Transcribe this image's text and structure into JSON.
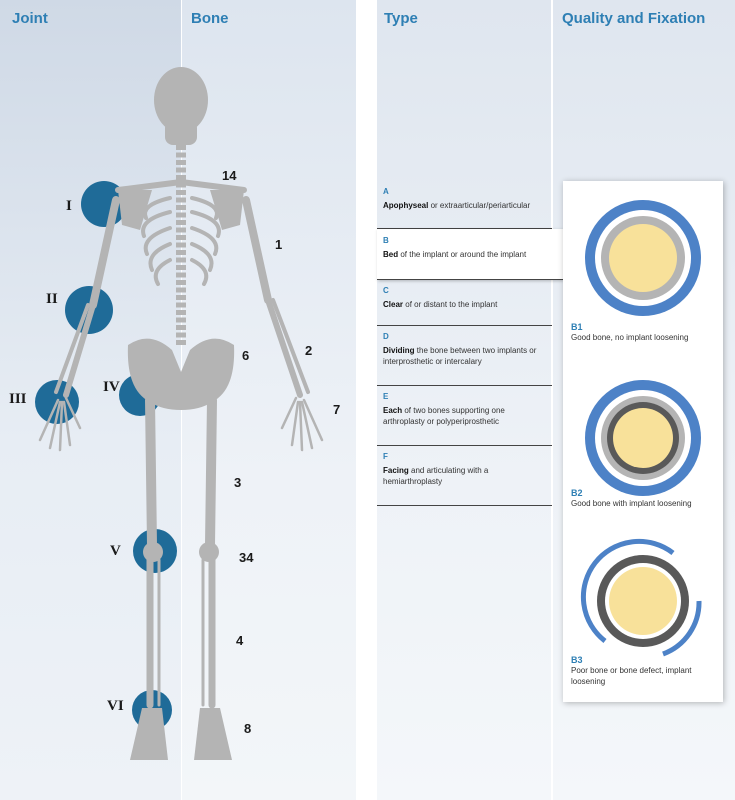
{
  "headers": {
    "joint": "Joint",
    "bone": "Bone",
    "type": "Type",
    "quality": "Quality and Fixation"
  },
  "joints": [
    "I",
    "II",
    "III",
    "IV",
    "V",
    "VI"
  ],
  "bones": [
    "14",
    "1",
    "2",
    "7",
    "6",
    "3",
    "34",
    "4",
    "8"
  ],
  "types": [
    {
      "letter": "A",
      "keyword": "Apophyseal",
      "text": " or extraarticular/periarticular"
    },
    {
      "letter": "B",
      "keyword": "Bed",
      "text": " of the implant or around the implant"
    },
    {
      "letter": "C",
      "keyword": "Clear",
      "text": " of or distant to the implant"
    },
    {
      "letter": "D",
      "keyword": "Dividing",
      "text": " the bone between two implants or interprosthetic or intercalary"
    },
    {
      "letter": "E",
      "keyword": "Each",
      "text": " of two bones supporting one arthroplasty or polyperiprosthetic"
    },
    {
      "letter": "F",
      "keyword": "Facing",
      "text": " and articulating with a hemiarthroplasty"
    }
  ],
  "qualities": [
    {
      "code": "B1",
      "text": "Good bone, no implant loosening"
    },
    {
      "code": "B2",
      "text": "Good bone with implant loosening"
    },
    {
      "code": "B3",
      "text": "Poor bone or bone defect, implant loosening"
    }
  ],
  "colors": {
    "accent": "#2e7fb4",
    "joint_marker": "#1f6b98",
    "bone_gray": "#b4b4b4",
    "bone_ring": "#4d82c7",
    "implant_core": "#f8e19a",
    "loosening_gap": "#595959"
  }
}
